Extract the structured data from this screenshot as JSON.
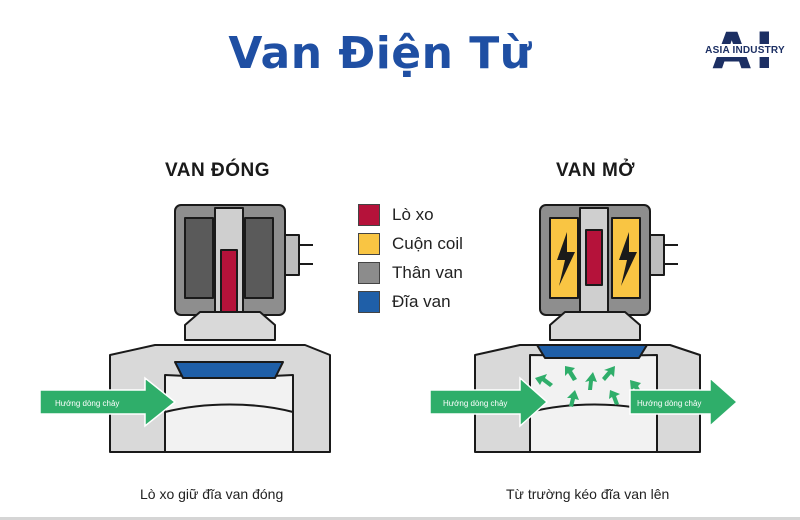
{
  "title": "Van Điện Từ",
  "logo": {
    "mark": "AI",
    "text": "ASIA INDUSTRY"
  },
  "closed": {
    "heading": "VAN ĐÓNG",
    "caption": "Lò xo giữ đĩa van đóng",
    "flow_label": "Hướng dòng chảy"
  },
  "open": {
    "heading": "VAN MỞ",
    "caption": "Từ trường kéo đĩa van lên",
    "flow_label_in": "Hướng dòng chảy",
    "flow_label_out": "Hướng dòng chảy"
  },
  "legend": [
    {
      "label": "Lò xo",
      "color": "#b5123a"
    },
    {
      "label": "Cuộn coil",
      "color": "#f9c543"
    },
    {
      "label": "Thân van",
      "color": "#8c8c8c"
    },
    {
      "label": "Đĩa van",
      "color": "#1f5fa8"
    }
  ],
  "colors": {
    "title": "#1f4fa3",
    "flow_arrow": "#2fae6a",
    "body": "#d9d9d9",
    "outline": "#1a1a1a"
  }
}
